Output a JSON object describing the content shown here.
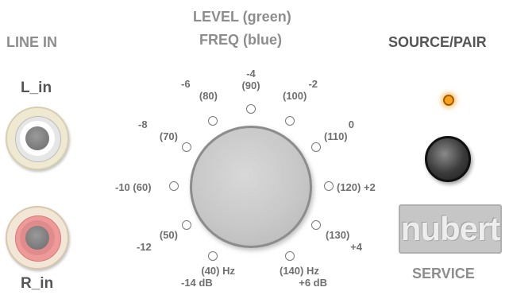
{
  "line_in": {
    "title": "LINE IN",
    "left_label": "L_in",
    "right_label": "R_in"
  },
  "dial": {
    "title_line1": "LEVEL (green)",
    "title_line2": "FREQ (blue)",
    "marks": {
      "m14": {
        "level": "-14 dB",
        "freq": "(40) Hz"
      },
      "m12": {
        "level": "-12",
        "freq": "(50)"
      },
      "m10": {
        "text": "-10 (60)"
      },
      "m8": {
        "level": "-8",
        "freq": "(70)"
      },
      "m6": {
        "level": "-6",
        "freq": "(80)"
      },
      "m4": {
        "level": "-4",
        "freq": "(90)"
      },
      "m2": {
        "level": "-2",
        "freq": "(100)"
      },
      "p0": {
        "level": "0",
        "freq": "(110)"
      },
      "p2": {
        "text": "(120) +2"
      },
      "p4": {
        "level": "+4",
        "freq": "(130)"
      },
      "p6": {
        "level": "+6 dB",
        "freq": "(140) Hz"
      }
    }
  },
  "source_pair": {
    "title": "SOURCE/PAIR",
    "led_color": "#f7a21b"
  },
  "service": {
    "logo": "nubert",
    "label": "SERVICE"
  }
}
